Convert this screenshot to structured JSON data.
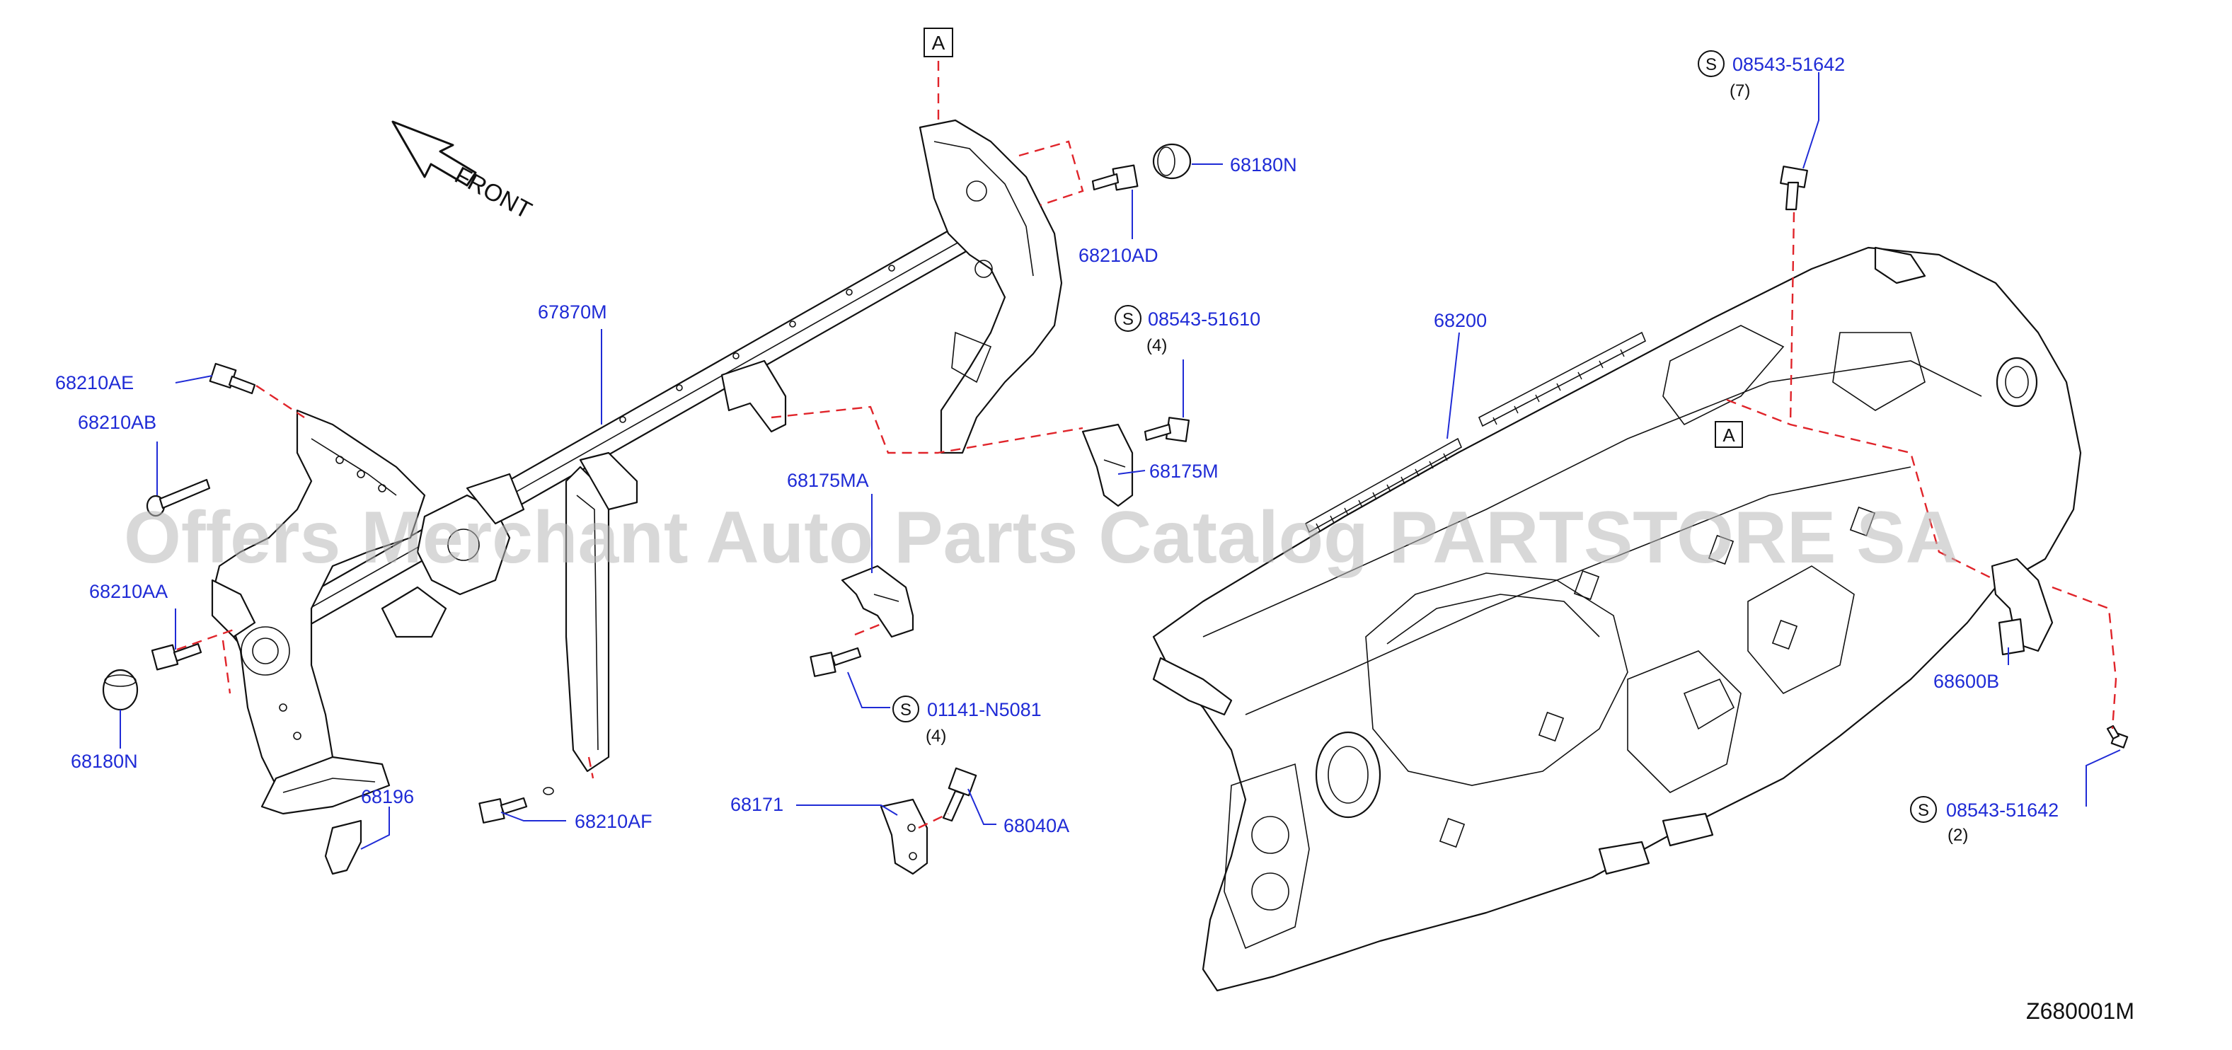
{
  "watermark": "Offers Merchant Auto Parts Catalog PARTSTORE SA",
  "diagram_code": "Z680001M",
  "front_label": "FRONT",
  "ref_marker": "A",
  "std_marker": "S",
  "labels": {
    "p67870M": "67870M",
    "p68210AE": "68210AE",
    "p68210AB": "68210AB",
    "p68210AA": "68210AA",
    "p68180N_left": "68180N",
    "p68196": "68196",
    "p68210AF": "68210AF",
    "p68171": "68171",
    "p68040A": "68040A",
    "p68175MA": "68175MA",
    "p01141N5081": "01141-N5081",
    "qty_01141N5081": "(4)",
    "p68175M": "68175M",
    "p08543_51610": "08543-51610",
    "qty_08543_51610": "(4)",
    "p68210AD": "68210AD",
    "p68180N_right": "68180N",
    "p68200": "68200",
    "p08543_51642_top": "08543-51642",
    "qty_08543_51642_top": "(7)",
    "p68600B": "68600B",
    "p08543_51642_bottom": "08543-51642",
    "qty_08543_51642_bottom": "(2)"
  },
  "colors": {
    "label_blue": "#1f2bd6",
    "dash_red": "#e0242a",
    "line_black": "#111111",
    "watermark_gray": "#b8b8b8"
  }
}
